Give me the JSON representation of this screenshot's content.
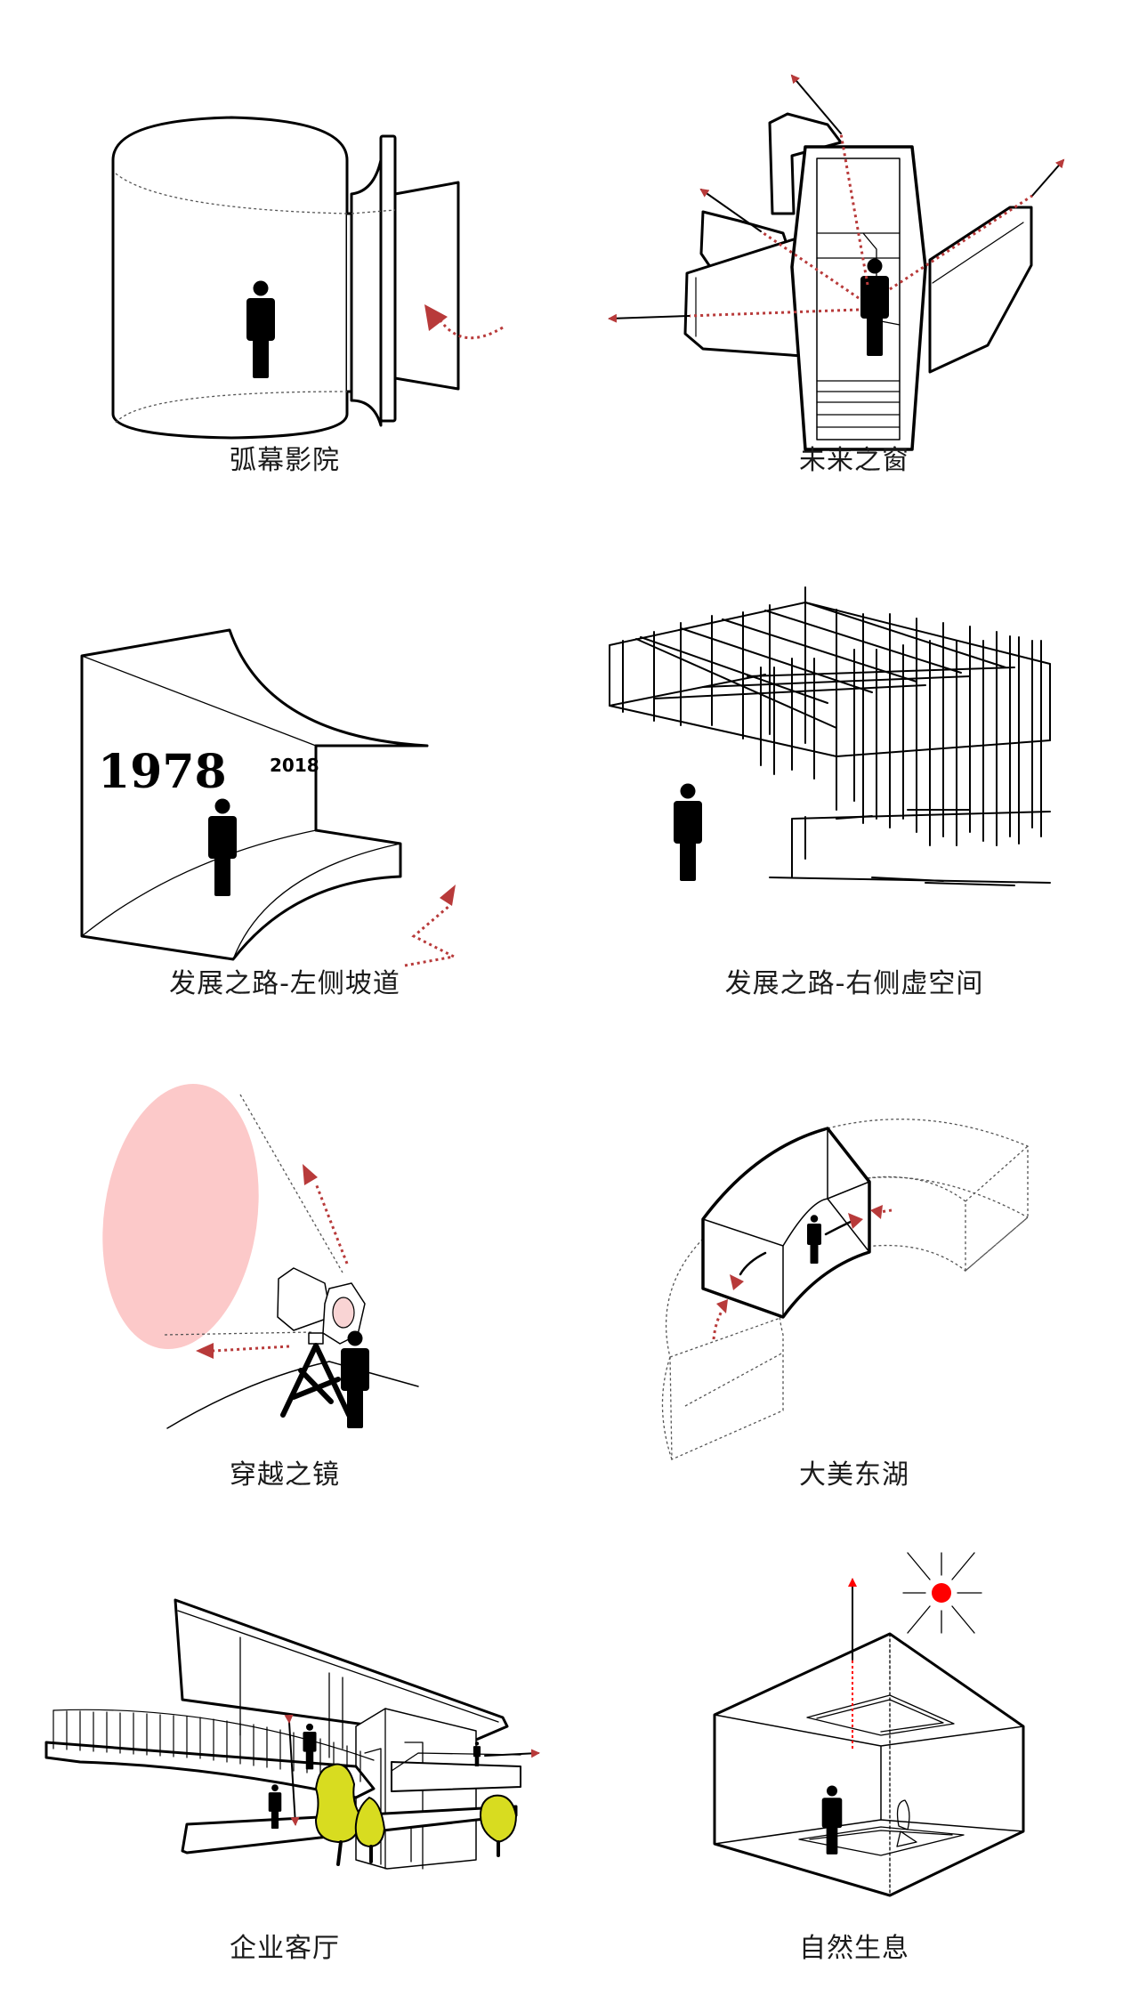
{
  "colors": {
    "accent_red": "#b83a3a",
    "sun_red": "#ff0000",
    "projection_pink": "#fcc9c9",
    "tree_yellow": "#d8dc20",
    "line_black": "#000000",
    "caption_text": "#1a1a1a"
  },
  "panels": [
    {
      "id": "arc-screen-cinema",
      "caption": "弧幕影院",
      "row": 1,
      "column": "left"
    },
    {
      "id": "window-of-future",
      "caption": "未来之窗",
      "row": 1,
      "column": "right"
    },
    {
      "id": "development-road-left-ramp",
      "caption": "发展之路-左侧坡道",
      "row": 2,
      "column": "left",
      "wall_text": {
        "start_year": "1978",
        "end_year": "2018"
      }
    },
    {
      "id": "development-road-right-void",
      "caption": "发展之路-右侧虚空间",
      "row": 2,
      "column": "right"
    },
    {
      "id": "mirror-of-traverse",
      "caption": "穿越之镜",
      "row": 3,
      "column": "left"
    },
    {
      "id": "beautiful-east-lake",
      "caption": "大美东湖",
      "row": 3,
      "column": "right"
    },
    {
      "id": "enterprise-lounge",
      "caption": "企业客厅",
      "row": 4,
      "column": "left"
    },
    {
      "id": "natural-breath",
      "caption": "自然生息",
      "row": 4,
      "column": "right"
    }
  ],
  "icons": {
    "person": "person-silhouette-icon",
    "arrow": "red-arrow-icon",
    "sun": "sun-icon",
    "tree": "tree-icon"
  }
}
